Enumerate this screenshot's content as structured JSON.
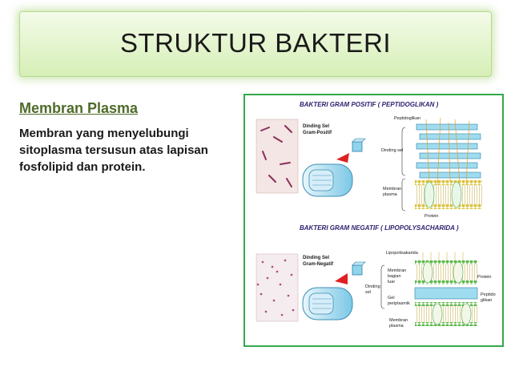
{
  "slide": {
    "title": "STRUKTUR BAKTERI",
    "section_heading": "Membran Plasma",
    "body_text": "Membran yang menyelubungi sitoplasma tersusun atas lapisan fosfolipid dan protein."
  },
  "figure": {
    "gram_positive_caption": "BAKTERI GRAM POSITIF ( PEPTIDOGLIKAN )",
    "gram_positive_cell_label_1": "Dinding Sel",
    "gram_positive_cell_label_2": "Gram-Positif",
    "label_peptidoglikan": "Peptidoglikan",
    "label_dinding_sel": "Dinding sel",
    "label_membran_1": "Membran",
    "label_membran_2": "plasma",
    "label_protein_top": "Protein",
    "gram_negative_caption": "BAKTERI GRAM NEGATIF ( LIPOPOLYSACHARIDA )",
    "gram_negative_cell_label_1": "Dinding Sel",
    "gram_negative_cell_label_2": "Gram-Negatif",
    "label_lipopolisakarida": "Lipopolisakarida",
    "label_membran_bagian_1": "Membran",
    "label_membran_bagian_2": "bagian",
    "label_membran_bagian_3": "luar",
    "label_dinding_neg_1": "Dinding",
    "label_dinding_neg_2": "sel",
    "label_gel_1": "Gel",
    "label_gel_2": "periplasmik",
    "label_membran_plasma_neg_1": "Membran",
    "label_membran_plasma_neg_2": "plasma",
    "label_protein_neg": "Protein",
    "label_peptido_1": "Peptido",
    "label_peptido_2": "glikan"
  },
  "colors": {
    "title_bg": "#d6efb6",
    "heading": "#4f6b2a",
    "figure_border": "#33a84a"
  }
}
